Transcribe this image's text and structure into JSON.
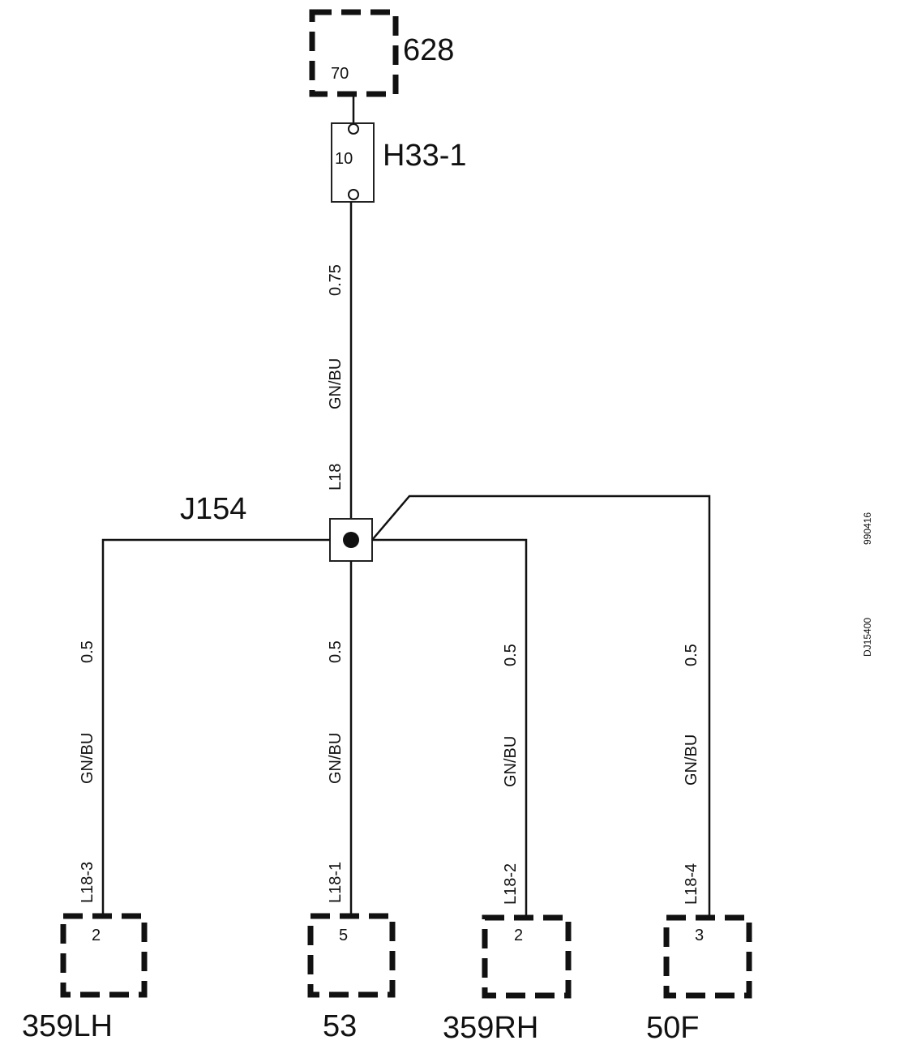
{
  "top_connector": {
    "id": "628",
    "pin": "70"
  },
  "fuse": {
    "id": "H33-1",
    "rating": "10"
  },
  "main_wire": {
    "size": "0.75",
    "color": "GN/BU",
    "harness": "L18"
  },
  "splice": {
    "id": "J154"
  },
  "branches": [
    {
      "size": "0.5",
      "color": "GN/BU",
      "harness": "L18-3",
      "pin": "2",
      "connector": "359LH"
    },
    {
      "size": "0.5",
      "color": "GN/BU",
      "harness": "L18-1",
      "pin": "5",
      "connector": "53"
    },
    {
      "size": "0.5",
      "color": "GN/BU",
      "harness": "L18-2",
      "pin": "2",
      "connector": "359RH"
    },
    {
      "size": "0.5",
      "color": "GN/BU",
      "harness": "L18-4",
      "pin": "3",
      "connector": "50F"
    }
  ],
  "side_notes": {
    "date_code": "990416",
    "drawing_code": "DJ15400"
  }
}
